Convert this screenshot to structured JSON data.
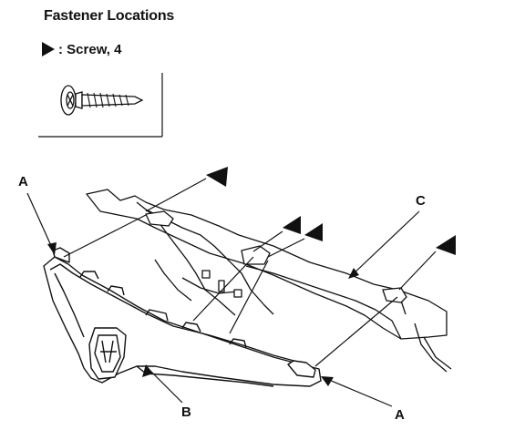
{
  "header": {
    "title": "Fastener Locations",
    "legend": {
      "icon": "triangle-marker-icon",
      "text": ": Screw, 4"
    }
  },
  "callouts": {
    "a_top": "A",
    "a_bottom": "A",
    "b": "B",
    "c": "C"
  },
  "colors": {
    "ink": "#111111",
    "paper": "#ffffff"
  }
}
